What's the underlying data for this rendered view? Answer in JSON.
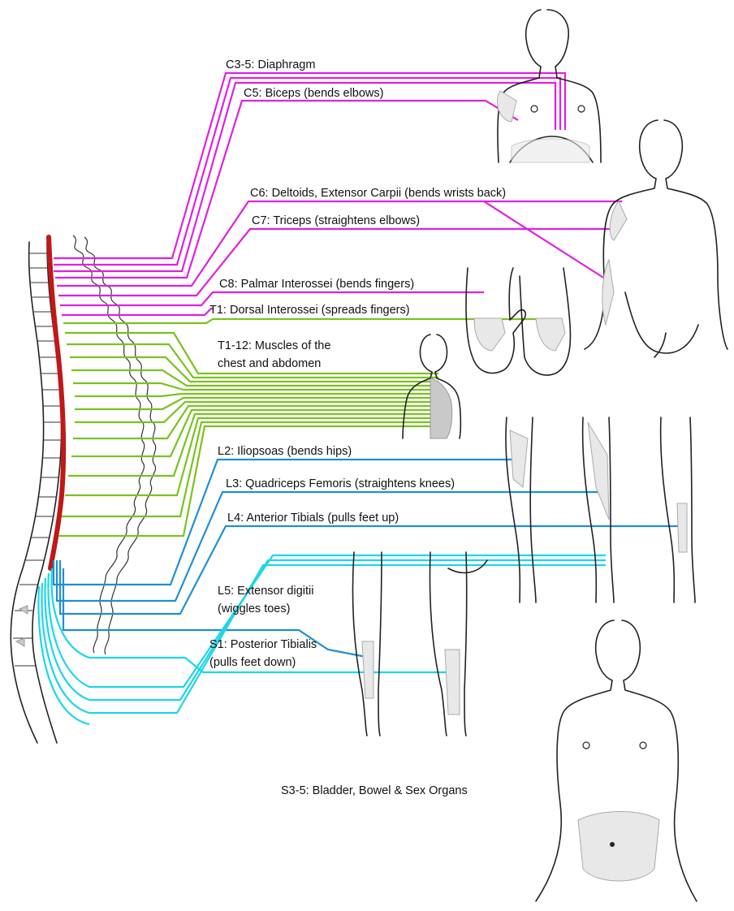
{
  "colors": {
    "cervical": "#e020e0",
    "thoracic": "#7ac21f",
    "lumbar": "#1e8fd6",
    "sacral": "#1cd6e8",
    "spinal_cord": "#c01818"
  },
  "labels": {
    "c3_5": "C3-5: Diaphragm",
    "c5": "C5: Biceps (bends elbows)",
    "c6": "C6: Deltoids, Extensor Carpii (bends wrists back)",
    "c7": "C7: Triceps (straightens elbows)",
    "c8": "C8: Palmar Interossei (bends fingers)",
    "t1": "T1: Dorsal Interossei (spreads fingers)",
    "t1_12_line1": "T1-12: Muscles of the",
    "t1_12_line2": "chest and abdomen",
    "l2": "L2: Iliopsoas (bends hips)",
    "l3": "L3: Quadriceps Femoris (straightens knees)",
    "l4": "L4: Anterior Tibials (pulls feet up)",
    "l5_line1": "L5: Extensor digitii",
    "l5_line2": "(wiggles toes)",
    "s1_line1": "S1: Posterior Tibialis",
    "s1_line2": "(pulls feet down)",
    "s3_5": "S3-5: Bladder, Bowel & Sex Organs"
  },
  "icons": [
    "spine-illustration",
    "torso-front-figure",
    "torso-back-figure",
    "hands-figure",
    "side-torso-figure",
    "legs-front-figure",
    "legs-back-figure",
    "lower-torso-figure"
  ]
}
